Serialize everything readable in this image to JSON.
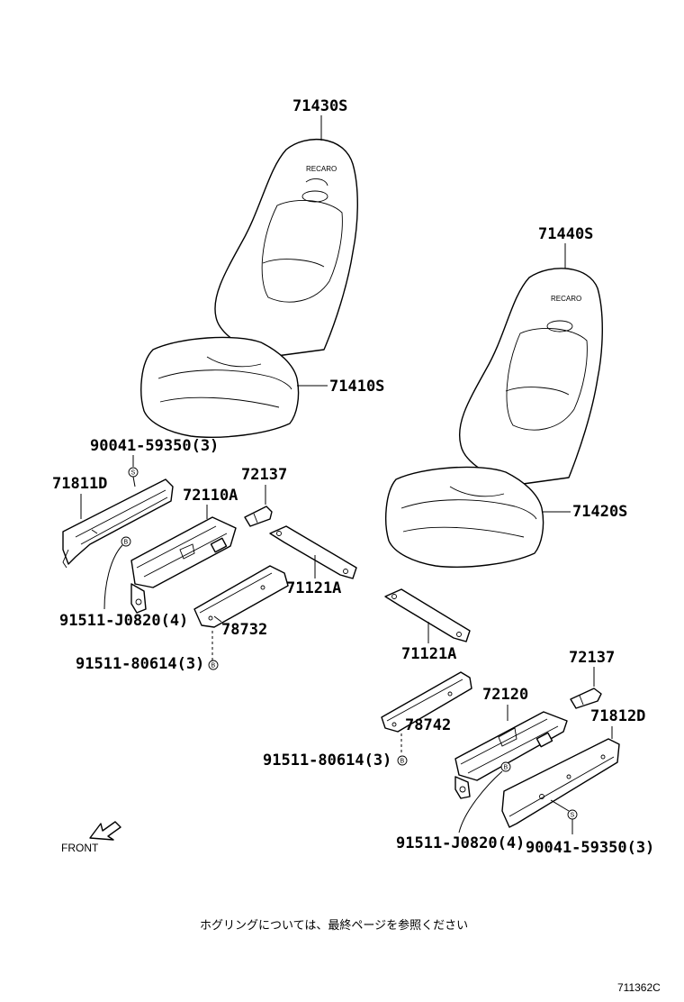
{
  "parts": {
    "seat_back_left": "71430S",
    "seat_back_right": "71440S",
    "seat_cushion_left": "71410S",
    "seat_cushion_right": "71420S",
    "screw_left": "90041-59350(3)",
    "screw_right": "90041-59350(3)",
    "shield_left": "71811D",
    "shield_right": "71812D",
    "adjuster_left": "72110A",
    "adjuster_right": "72120",
    "handle_left": "72137",
    "handle_right": "72137",
    "bracket_left": "71121A",
    "bracket_right": "71121A",
    "bolt_b_left": "91511-J0820(4)",
    "bolt_b_right": "91511-J0820(4)",
    "rail_left": "78732",
    "rail_right": "78742",
    "bolt_80614_left": "91511-80614(3)",
    "bolt_80614_right": "91511-80614(3)"
  },
  "brand_text_left": "RECARO",
  "brand_text_right": "RECARO",
  "symbols": {
    "screw": "S",
    "bolt": "B"
  },
  "front_label": "FRONT",
  "note": "ホグリングについては、最終ページを参照ください",
  "diagram_id": "711362C"
}
